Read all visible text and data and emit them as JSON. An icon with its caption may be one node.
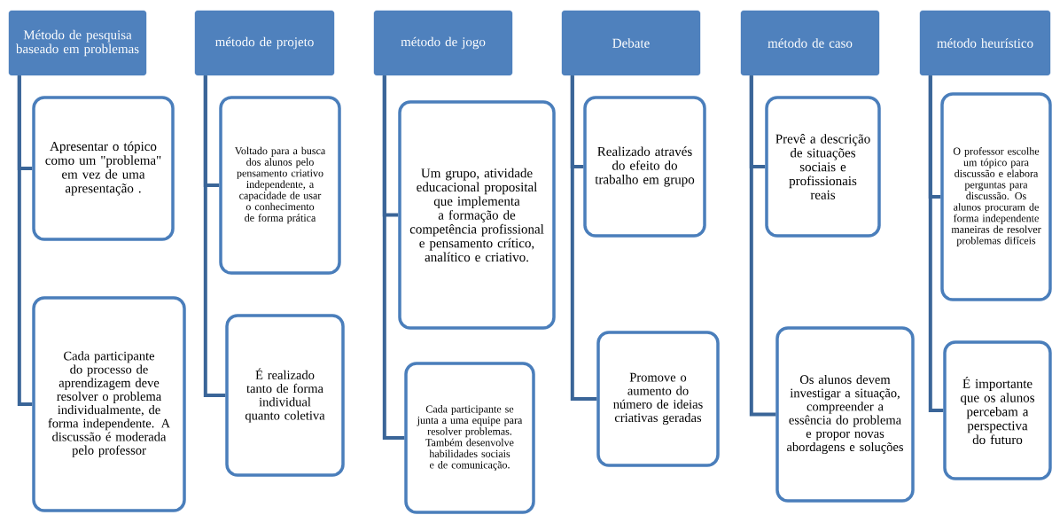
{
  "diagram": {
    "nodes": [
      {
        "text": [
          "Método de pesquisa baseado em problemas"
        ]
      },
      {
        "text": [
          "Apresentar o tópico como um \"problema\" em vez de uma apresentação ."
        ]
      },
      {
        "text": [
          "Cada participante do processo de aprendizagem deve resolver o problema individualmente, de forma independente. A discussão é moderada pelo professor"
        ]
      },
      {
        "text": [
          "método de projeto"
        ]
      },
      {
        "text": [
          "Voltado para a busca dos alunos pelo pensamento criativo independente, a capacidade de usar o conhecimento de forma prática"
        ]
      },
      {
        "text": [
          "É realizado tanto de forma individual quanto coletiva"
        ]
      },
      {
        "text": [
          "método de jogo"
        ]
      },
      {
        "text": [
          "Um grupo, atividade educacional proposital que implementa a formação de competência profissional e pensamento crítico, analítico e criativo."
        ]
      },
      {
        "text": [
          "Cada participante se junta a uma equipe para resolver problemas. Também desenvolve habilidades sociais e de comunicação."
        ]
      },
      {
        "text": [
          "Debate"
        ]
      },
      {
        "text": [
          "Realizado através do efeito do trabalho em grupo"
        ]
      },
      {
        "text": [
          "Promove o aumento do número de ideias criativas geradas"
        ]
      },
      {
        "text": [
          "método de caso"
        ]
      },
      {
        "text": [
          "Prevê a descrição de situações sociais e profissionais reais"
        ]
      },
      {
        "text": [
          "Os alunos devem investigar a situação, compreender a essência do problema e propor novas abordagens e soluções"
        ]
      },
      {
        "text": [
          "método heurístico"
        ]
      },
      {
        "text": [
          "O professor escolhe um tópico para discussão e elabora perguntas para discussão. Os alunos procuram de forma independente maneiras de resolver problemas difíceis"
        ]
      },
      {
        "text": [
          "É importante que os alunos percebam a perspectiva do futuro"
        ]
      }
    ],
    "edges": [
      {
        "from": 0,
        "to": 1,
        "arrow": "none"
      },
      {
        "from": 0,
        "to": 2,
        "arrow": "none"
      },
      {
        "from": 3,
        "to": 4,
        "arrow": "none"
      },
      {
        "from": 3,
        "to": 5,
        "arrow": "none"
      },
      {
        "from": 6,
        "to": 7,
        "arrow": "none"
      },
      {
        "from": 6,
        "to": 8,
        "arrow": "none"
      },
      {
        "from": 9,
        "to": 10,
        "arrow": "none"
      },
      {
        "from": 9,
        "to": 11,
        "arrow": "none"
      },
      {
        "from": 12,
        "to": 13,
        "arrow": "none"
      },
      {
        "from": 12,
        "to": 14,
        "arrow": "none"
      },
      {
        "from": 15,
        "to": 16,
        "arrow": "none"
      },
      {
        "from": 15,
        "to": 17,
        "arrow": "none"
      }
    ]
  }
}
